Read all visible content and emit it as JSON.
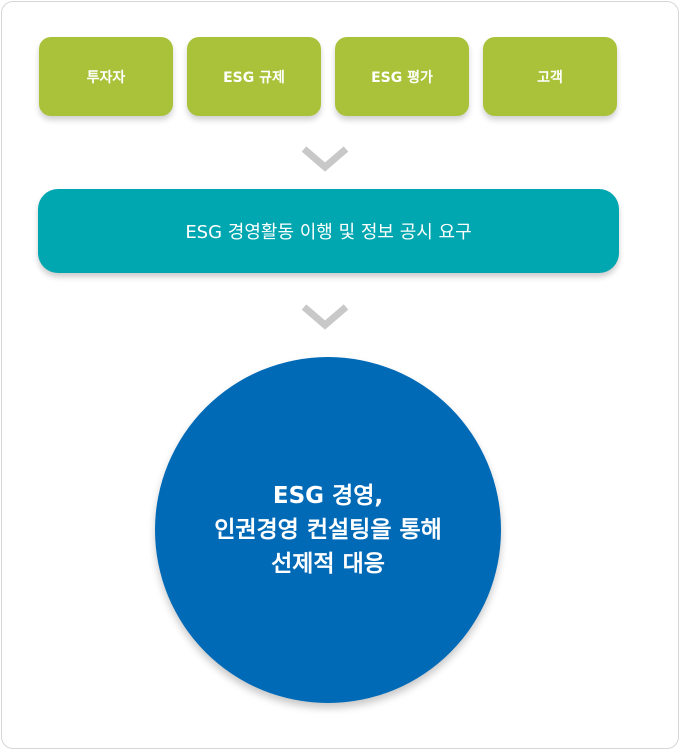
{
  "drivers": [
    {
      "label": "투자자"
    },
    {
      "label": "ESG 규제"
    },
    {
      "label": "ESG 평가"
    },
    {
      "label": "고객"
    }
  ],
  "requirement": {
    "label": "ESG 경영활동 이행 및 정보 공시 요구"
  },
  "response": {
    "lines": [
      "ESG 경영,",
      "인권경영 컨설팅을 통해",
      "선제적 대응"
    ]
  },
  "colors": {
    "driver_box": "#a9c23a",
    "requirement_box": "#00a7b0",
    "response_circle": "#006ab7",
    "chevron": "#c8c8c8"
  }
}
